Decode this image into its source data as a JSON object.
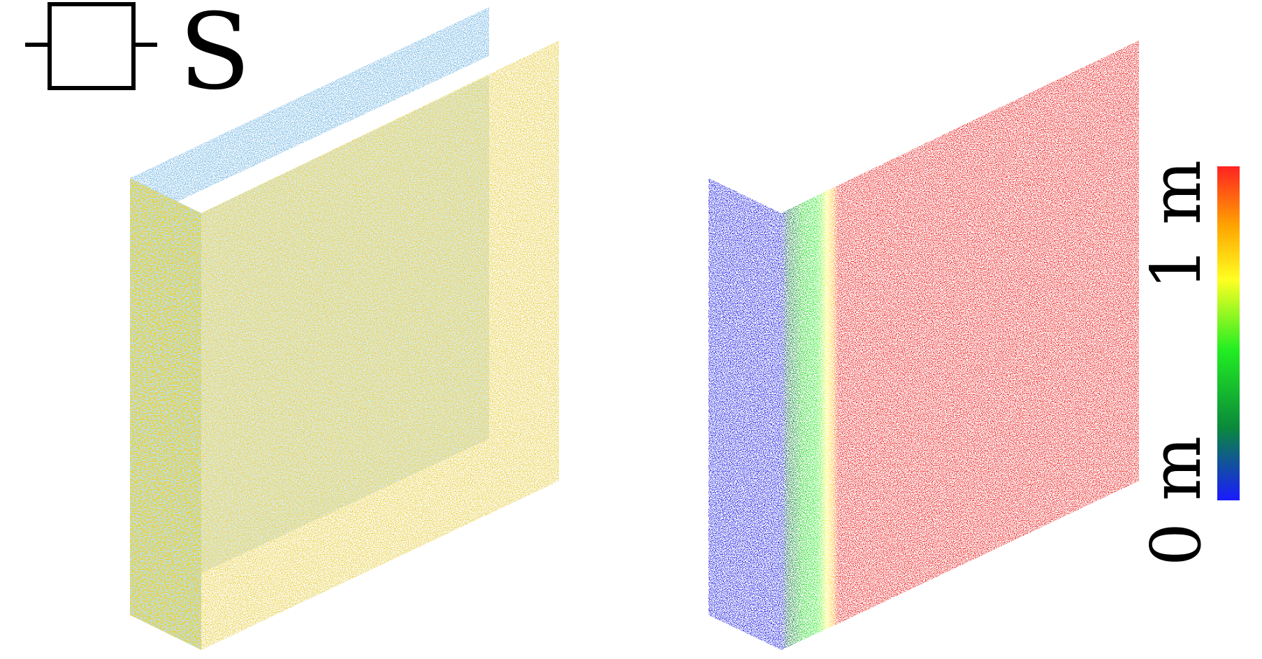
{
  "legend": {
    "symbol": "square-with-line-icon",
    "label": "S"
  },
  "colorbar": {
    "min_label": "0 m",
    "max_label": "1 m",
    "min_value": 0,
    "max_value": 1,
    "gradient_colors": [
      "#1a1aff",
      "#0a8a3a",
      "#22ee22",
      "#ffff22",
      "#ffa500",
      "#ff2222"
    ]
  },
  "colors": {
    "plane_blue": "#78bce6",
    "plane_yellow": "#e8d23e",
    "heat_blue": "#2626e6",
    "heat_green": "#2ee82e",
    "heat_yellow": "#ffff44",
    "heat_red": "#ee2a2a",
    "background": "#ffffff"
  }
}
